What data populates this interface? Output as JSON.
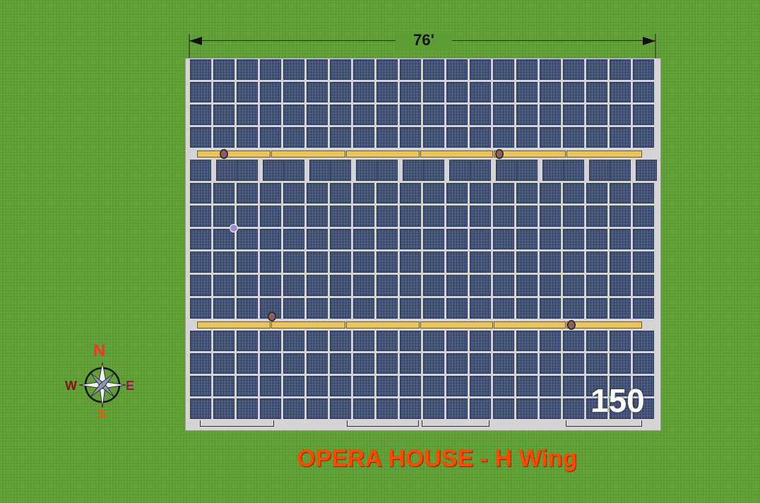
{
  "dimension": {
    "label": "76'"
  },
  "panel_count": "150",
  "title": "OPERA HOUSE - H Wing",
  "compass": {
    "north": "N",
    "south": "S",
    "east": "E",
    "west": "W"
  },
  "layout": {
    "columns": 20,
    "blocks": [
      {
        "rows": 4
      },
      {
        "rows": 7
      },
      {
        "rows": 4
      }
    ],
    "walkways": 2
  },
  "colors": {
    "grass": "#5f9e36",
    "panel": "#3b4a6d",
    "walkway": "#e8c35e",
    "title": "#ff4a00"
  }
}
